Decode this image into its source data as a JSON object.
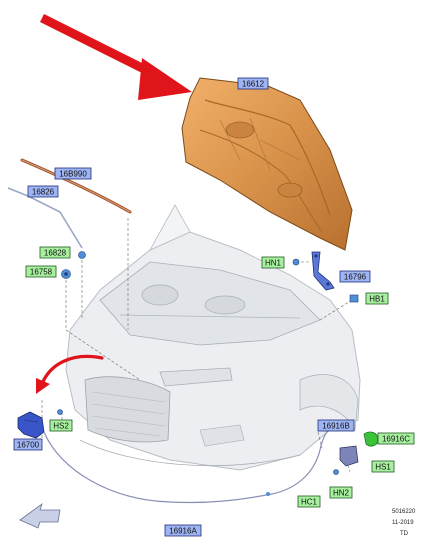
{
  "colors": {
    "arrow_red": "#e0141b",
    "hood_orange": "#d9924a",
    "tag_blue": "#9fb4f2",
    "tag_green": "#a8f0a0",
    "part_blue": "#3a55c8",
    "car_grey": "#e9ebee"
  },
  "labels": {
    "hood": "16612",
    "weatherstrip": "16B990",
    "prop_rod": "16826",
    "clip": "16828",
    "grommet": "16758",
    "release_handle": "16700",
    "cable_lower": "16916A",
    "cable_upper": "16916B",
    "cable_clip": "16916C",
    "hinge": "16796",
    "screw_hs2": "HS2",
    "nut_hn1": "HN1",
    "bolt_hb1": "HB1",
    "nut_hn2": "HN2",
    "screw_hs1": "HS1",
    "clip_hc1": "HC1"
  },
  "ref": {
    "code": "5016220",
    "date": "11-2019",
    "td": "TD"
  }
}
